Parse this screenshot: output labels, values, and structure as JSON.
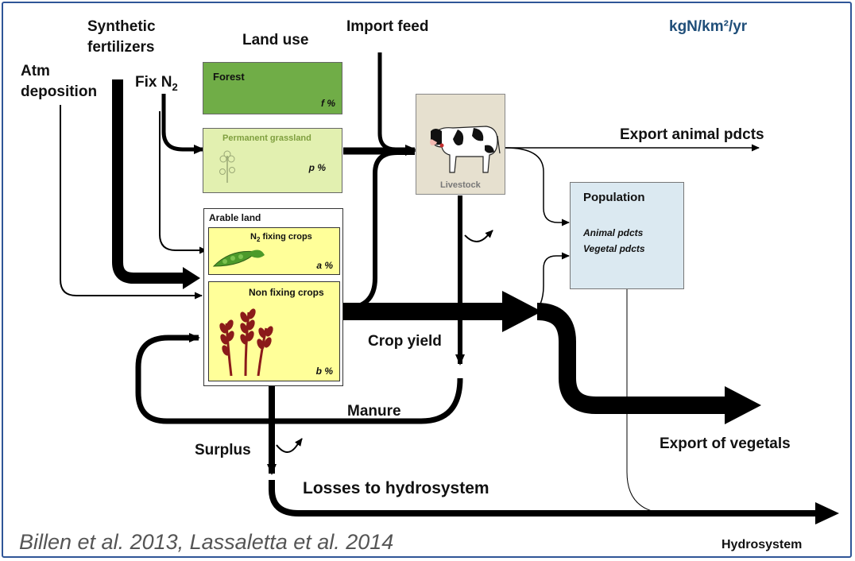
{
  "units": "kgN/km²/yr",
  "inputs": {
    "synthetic_line1": "Synthetic",
    "synthetic_line2": "fertilizers",
    "atm_line1": "Atm",
    "atm_line2": "deposition",
    "fix_prefix": "Fix N",
    "fix_sub": "2",
    "land_use": "Land use",
    "import_feed": "Import feed"
  },
  "boxes": {
    "forest": {
      "label": "Forest",
      "pct": "f %"
    },
    "grassland": {
      "label": "Permanent grassland",
      "pct": "p %"
    },
    "arable": {
      "label": "Arable land"
    },
    "n2_crops": {
      "prefix": "N",
      "sub": "2",
      "suffix": " fixing crops",
      "pct": "a %"
    },
    "nonfix_crops": {
      "label": "Non fixing crops",
      "pct": "b %"
    },
    "livestock": {
      "label": "Livestock"
    },
    "population": {
      "label": "Population",
      "line1": "Animal pdcts",
      "line2": "Vegetal pdcts"
    }
  },
  "flows": {
    "export_animal": "Export animal pdcts",
    "crop_yield": "Crop yield",
    "manure": "Manure",
    "surplus": "Surplus",
    "losses": "Losses to hydrosystem",
    "export_vegetals": "Export of vegetals",
    "hydrosystem": "Hydrosystem"
  },
  "citation": "Billen et al. 2013, Lassaletta et al. 2014",
  "colors": {
    "frame": "#2f5597",
    "units_text": "#1f4e79",
    "forest": "#70ad47",
    "grassland": "#e2f0b0",
    "crops": "#ffff99",
    "livestock_box": "#e6e0cf",
    "population_box": "#dbe9f1",
    "wheat": "#8b1a1a",
    "leaf": "#4c9a2a"
  }
}
